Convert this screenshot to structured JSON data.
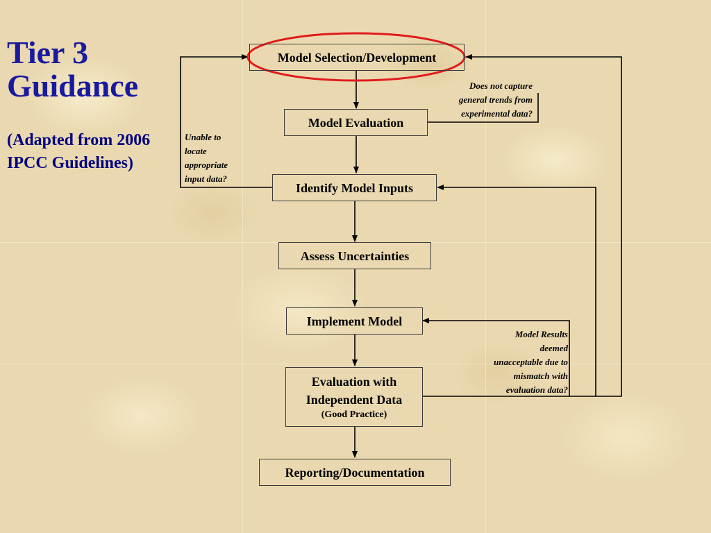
{
  "title": {
    "line1": "Tier 3",
    "line2": "Guidance"
  },
  "subtitle": {
    "line1": "(Adapted from 2006",
    "line2": "IPCC Guidelines)"
  },
  "boxes": {
    "model_selection": "Model Selection/Development",
    "model_evaluation": "Model Evaluation",
    "identify_inputs": "Identify Model Inputs",
    "assess_uncertainties": "Assess Uncertainties",
    "implement_model": "Implement Model",
    "evaluation_line1": "Evaluation with",
    "evaluation_line2": "Independent Data",
    "evaluation_note": "(Good Practice)",
    "reporting": "Reporting/Documentation"
  },
  "notes": {
    "trends": [
      "Does not capture",
      "general trends from",
      "experimental data?"
    ],
    "inputs": [
      "Unable to",
      "locate",
      "appropriate",
      "input data?"
    ],
    "results": [
      "Model Results",
      "deemed",
      "unacceptable due to",
      "mismatch with",
      "evaluation data?"
    ]
  },
  "colors": {
    "title": "#1a1a9e",
    "subtitle": "#000080",
    "highlight_ellipse": "#e01b1b",
    "background": "#ead9b0",
    "lines": "#000000"
  }
}
